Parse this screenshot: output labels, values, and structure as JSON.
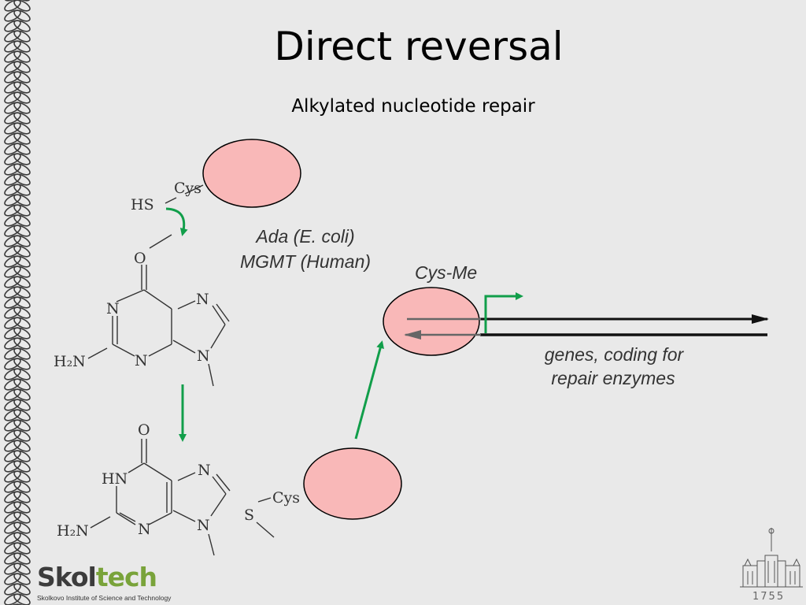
{
  "slide": {
    "title": "Direct reversal",
    "subtitle": "Alkylated nucleotide repair",
    "enzyme_line1": "Ada (E. coli)",
    "enzyme_line2": "MGMT (Human)",
    "cys_me_label": "Cys-Me",
    "genes_line1": "genes, coding for",
    "genes_line2": "repair enzymes",
    "colors": {
      "enzyme_fill": "#f9b8b8",
      "arrow_green": "#119e4a",
      "background": "#e9e9e9"
    }
  },
  "molecules": {
    "top": {
      "sh_group": "HS",
      "cys": "Cys",
      "oxygen": "O",
      "n1": "N",
      "n3": "N",
      "n7": "N",
      "n9": "N",
      "amine": "H₂N"
    },
    "bottom": {
      "oxygen": "O",
      "hn": "HN",
      "n3": "N",
      "n7": "N",
      "n9": "N",
      "amine": "H₂N",
      "s_group": "S",
      "cys": "Cys"
    }
  },
  "logo": {
    "word_part1": "Skol",
    "word_part2": "tech",
    "tagline": "Skolkovo Institute of Science and Technology"
  },
  "footer": {
    "year": "1755"
  }
}
